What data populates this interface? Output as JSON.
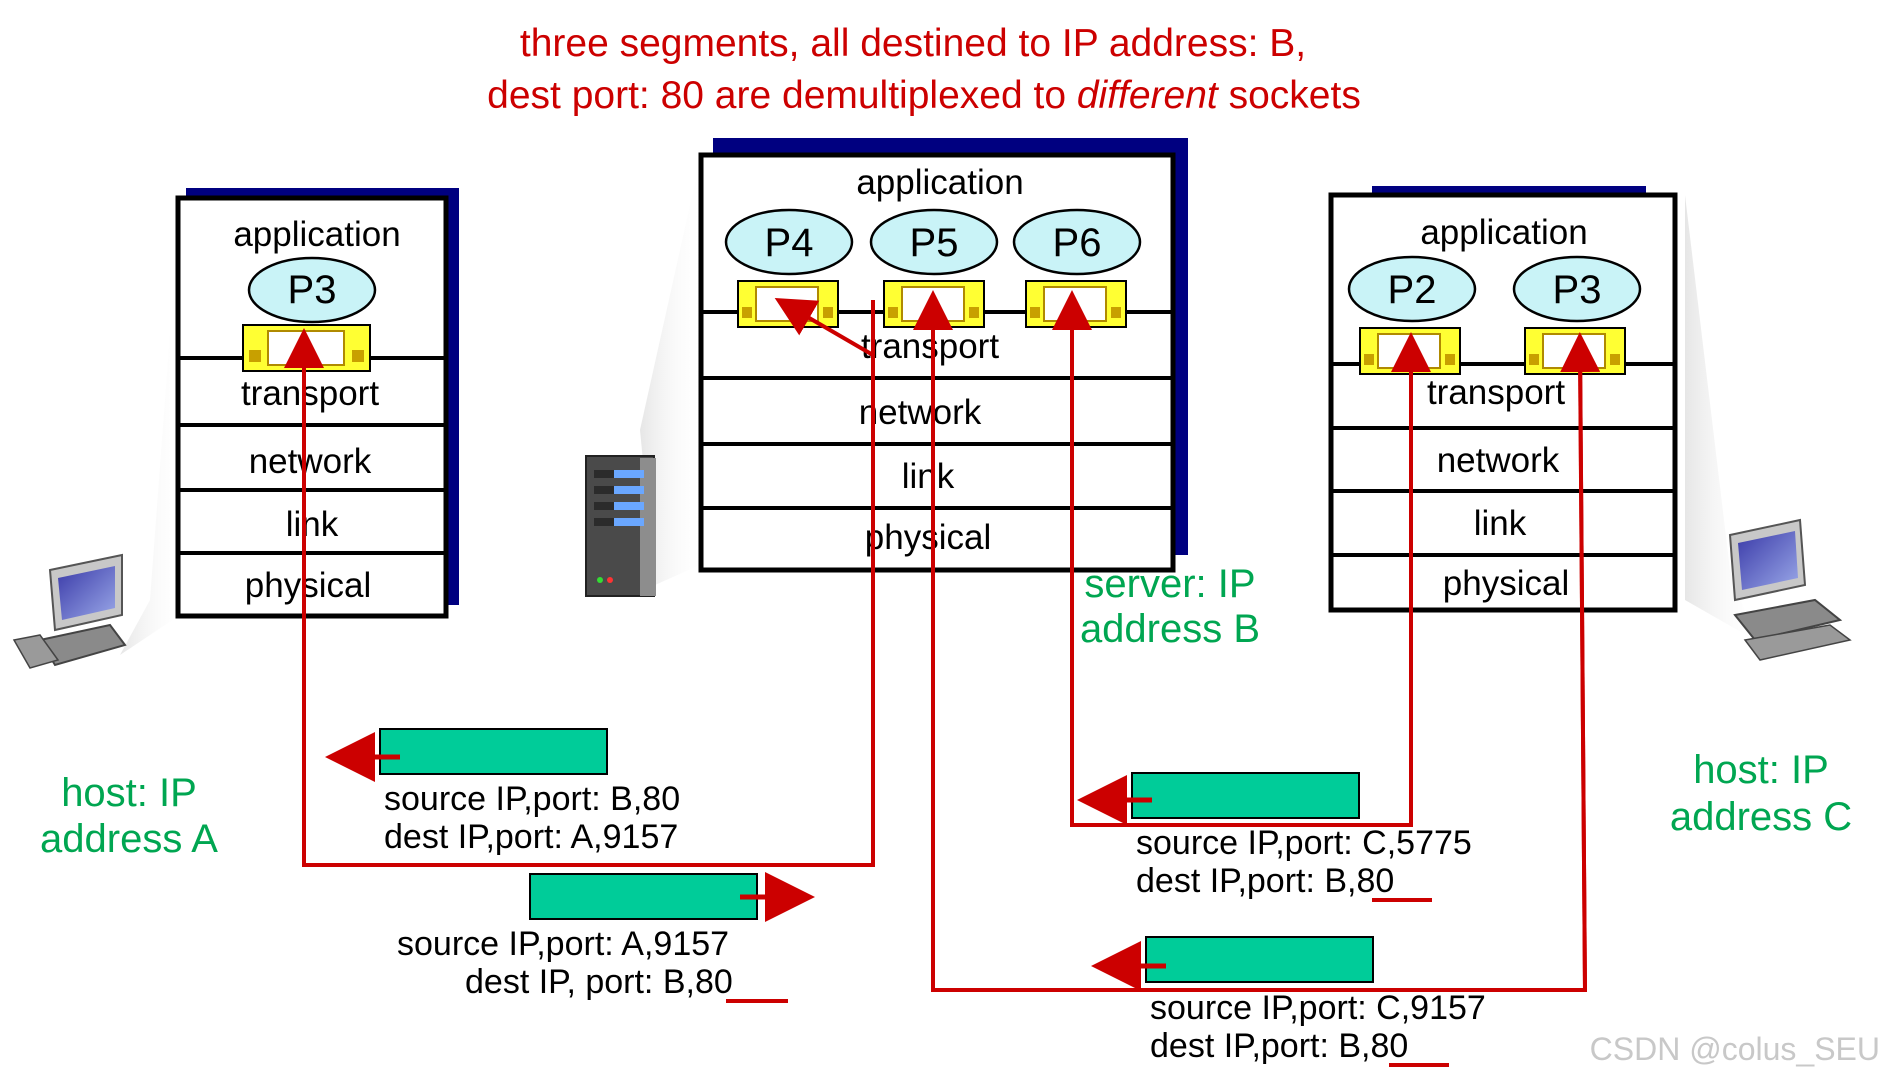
{
  "title": {
    "line1": "three segments, all destined to IP address: B,",
    "line2_a": "dest port: 80 are demultiplexed to ",
    "line2_em": "different",
    "line2_b": " sockets"
  },
  "colors": {
    "title": "#cc0000",
    "arrow": "#cc0000",
    "host_label": "#00a651",
    "segment": "#00cc99",
    "process": "#c9f3f7",
    "socket": "#ffff33",
    "stack_shadow": "#000080"
  },
  "layers": [
    "application",
    "transport",
    "network",
    "link",
    "physical"
  ],
  "hostA": {
    "processes": [
      "P3"
    ],
    "label_line1": "host: IP",
    "label_line2": "address A"
  },
  "server": {
    "processes": [
      "P4",
      "P5",
      "P6"
    ],
    "label_line1": "server: IP",
    "label_line2": "address B"
  },
  "hostC": {
    "processes": [
      "P2",
      "P3"
    ],
    "label_line1": "host: IP",
    "label_line2": "address C"
  },
  "segments": [
    {
      "source": "source IP,port: B,80",
      "dest": "dest IP,port: A,9157"
    },
    {
      "source": "source IP,port: A,9157",
      "dest_prefix": "dest IP, port: B,",
      "dest_port": "80"
    },
    {
      "source": "source IP,port: C,5775",
      "dest_prefix": "dest IP,port: B,",
      "dest_port": "80"
    },
    {
      "source": "source IP,port: C,9157",
      "dest_prefix": "dest IP,port: B,",
      "dest_port": "80"
    }
  ],
  "watermark": "CSDN @colus_SEU"
}
